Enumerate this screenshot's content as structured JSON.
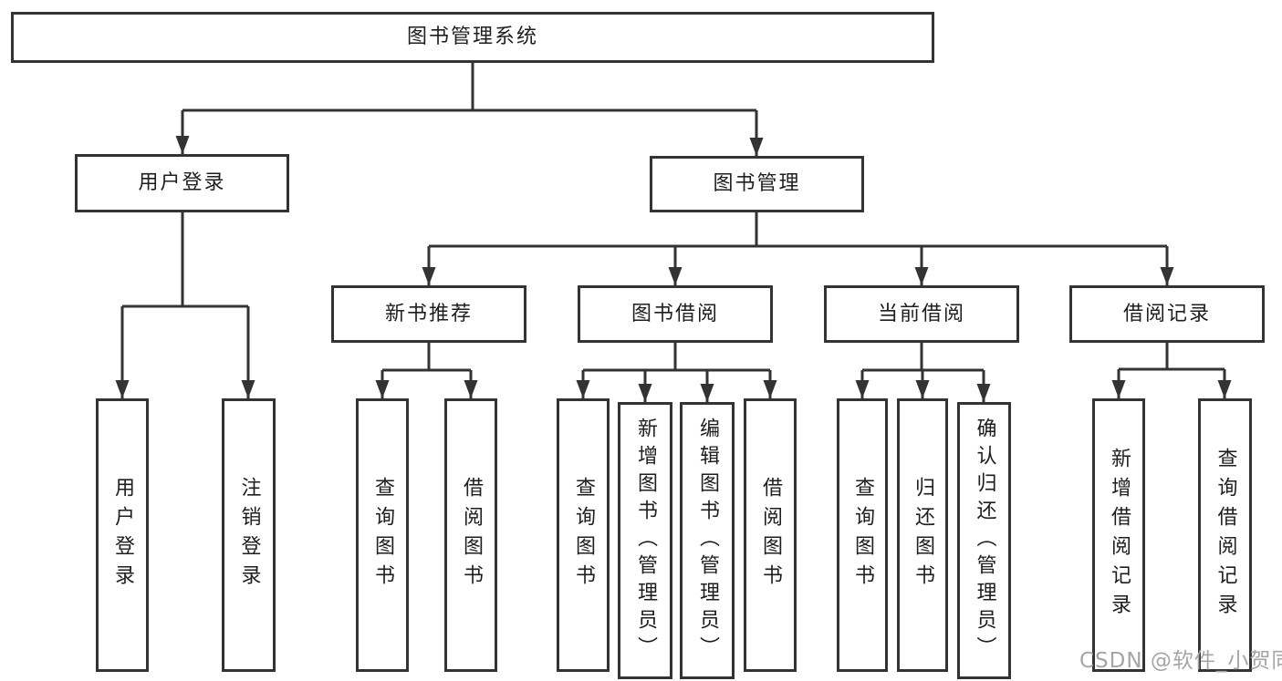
{
  "tree": {
    "label": "图书管理系统",
    "children": [
      {
        "label": "用户登录",
        "children": [
          {
            "label": "用户登录"
          },
          {
            "label": "注销登录"
          }
        ]
      },
      {
        "label": "图书管理",
        "children": [
          {
            "label": "新书推荐",
            "children": [
              {
                "label": "查询图书"
              },
              {
                "label": "借阅图书"
              }
            ]
          },
          {
            "label": "图书借阅",
            "children": [
              {
                "label": "查询图书"
              },
              {
                "label": "新增图书（管理员）"
              },
              {
                "label": "编辑图书（管理员）"
              },
              {
                "label": "借阅图书"
              }
            ]
          },
          {
            "label": "当前借阅",
            "children": [
              {
                "label": "查询图书"
              },
              {
                "label": "归还图书"
              },
              {
                "label": "确认归还（管理员）"
              }
            ]
          },
          {
            "label": "借阅记录",
            "children": [
              {
                "label": "新增借阅记录"
              },
              {
                "label": "查询借阅记录"
              }
            ]
          }
        ]
      }
    ]
  },
  "watermark": {
    "text": "CSDN @软件_小贺同学",
    "color": "#a5a5a5"
  },
  "colors": {
    "line": "#333333",
    "box_border": "#333333",
    "text": "#1e1e1e",
    "background": "#ffffff"
  }
}
